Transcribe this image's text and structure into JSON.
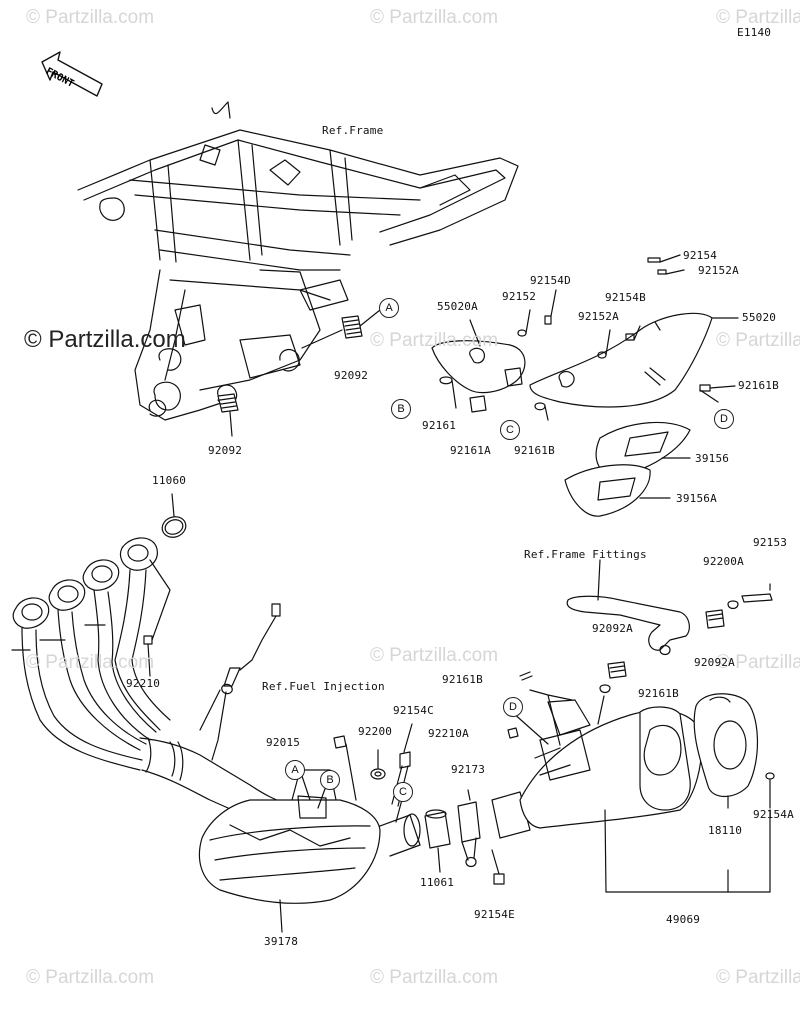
{
  "diagram_code": "E1140",
  "front_label": "FRONT",
  "copyright": "© Partzilla.com",
  "watermark": "© Partzilla.com",
  "refs": {
    "frame": "Ref.Frame",
    "frame_fittings": "Ref.Frame Fittings",
    "fuel_injection": "Ref.Fuel Injection"
  },
  "callouts": [
    "A",
    "B",
    "C",
    "D"
  ],
  "parts": {
    "p92092_upper": "92092",
    "p92092_lower": "92092",
    "p55020A": "55020A",
    "p92152": "92152",
    "p92154D": "92154D",
    "p92154": "92154",
    "p92152A_top": "92152A",
    "p92154B": "92154B",
    "p92152A": "92152A",
    "p55020": "55020",
    "p92161B_right": "92161B",
    "p92161": "92161",
    "p92161A": "92161A",
    "p92161B_mid": "92161B",
    "p39156": "39156",
    "p39156A": "39156A",
    "p11060": "11060",
    "p92210": "92210",
    "p92153": "92153",
    "p92200A": "92200A",
    "p92092A_right": "92092A",
    "p92092A_left": "92092A",
    "p92161B_left": "92161B",
    "p92161B_r2": "92161B",
    "p92015": "92015",
    "p92200": "92200",
    "p92154C": "92154C",
    "p92210A": "92210A",
    "p92173": "92173",
    "p18110": "18110",
    "p92154A": "92154A",
    "p11061": "11061",
    "p92154E": "92154E",
    "p49069": "49069",
    "p39178": "39178"
  }
}
